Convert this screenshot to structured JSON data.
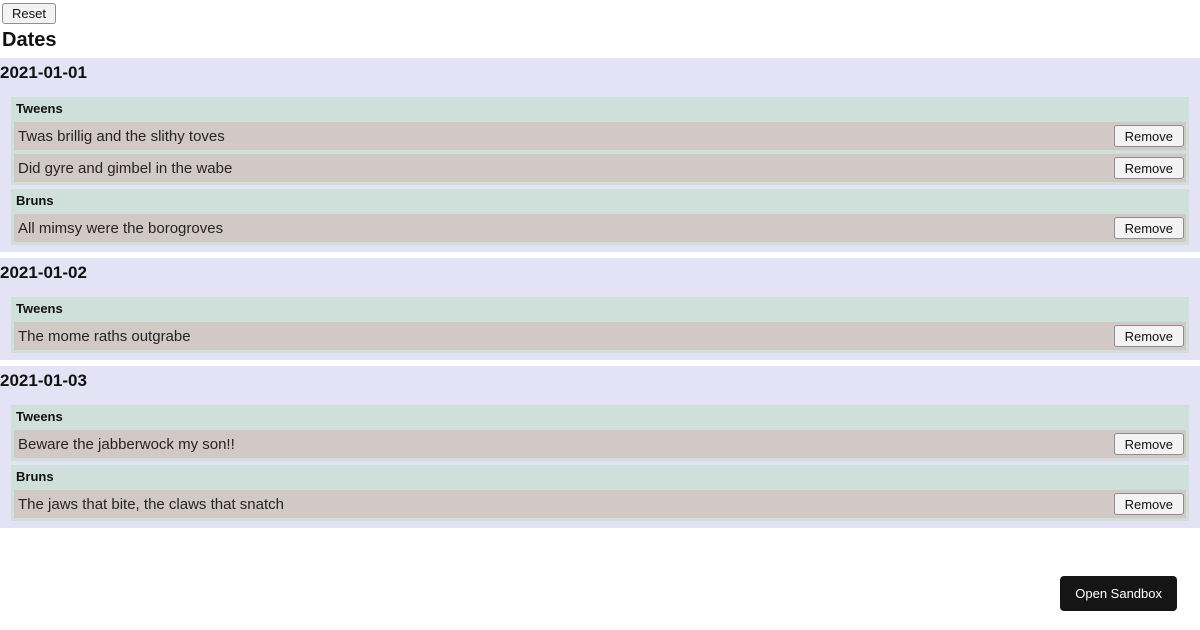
{
  "page": {
    "reset_label": "Reset",
    "title": "Dates",
    "open_sandbox_label": "Open Sandbox"
  },
  "remove_label": "Remove",
  "colors": {
    "section_bg": "#e4e2f5",
    "group_bg": "#cfdfd9",
    "item_bg": "#d2c9c7",
    "sandbox_btn_bg": "#151515"
  },
  "dates": [
    {
      "date": "2021-01-01",
      "groups": [
        {
          "label": "Tweens",
          "items": [
            "Twas brillig and the slithy toves",
            "Did gyre and gimbel in the wabe"
          ]
        },
        {
          "label": "Bruns",
          "items": [
            "All mimsy were the borogroves"
          ]
        }
      ]
    },
    {
      "date": "2021-01-02",
      "groups": [
        {
          "label": "Tweens",
          "items": [
            "The mome raths outgrabe"
          ]
        }
      ]
    },
    {
      "date": "2021-01-03",
      "groups": [
        {
          "label": "Tweens",
          "items": [
            "Beware the jabberwock my son!!"
          ]
        },
        {
          "label": "Bruns",
          "items": [
            "The jaws that bite, the claws that snatch"
          ]
        }
      ]
    }
  ]
}
